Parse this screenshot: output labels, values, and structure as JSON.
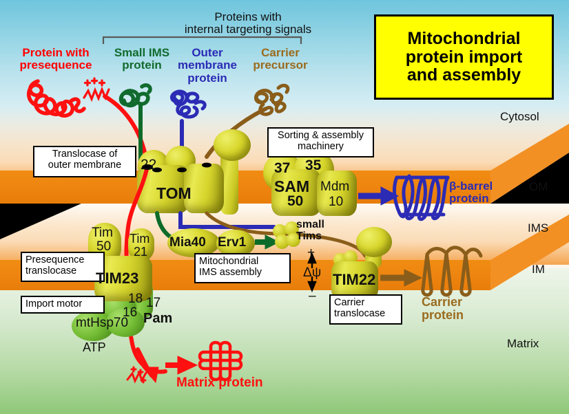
{
  "title_box": {
    "lines": [
      "Mitochondrial",
      "protein import",
      "and assembly"
    ],
    "bg": "#ffff00"
  },
  "header": {
    "bracket_label": {
      "line1": "Proteins with",
      "line2": "internal targeting signals"
    },
    "cargo": [
      {
        "name": "protein-with-presequence",
        "line1": "Protein with",
        "line2": "presequence",
        "line3": "",
        "color": "#ff0000"
      },
      {
        "name": "small-ims-protein",
        "line1": "Small IMS",
        "line2": "protein",
        "line3": "",
        "color": "#116b2e"
      },
      {
        "name": "outer-membrane-protein",
        "line1": "Outer",
        "line2": "membrane",
        "line3": "protein",
        "color": "#2b2bb5"
      },
      {
        "name": "carrier-precursor",
        "line1": "Carrier",
        "line2": "precursor",
        "line3": "",
        "color": "#9a6b1e"
      }
    ]
  },
  "compartments": [
    {
      "name": "cytosol",
      "label": "Cytosol"
    },
    {
      "name": "outer-membrane",
      "label": "OM"
    },
    {
      "name": "intermembrane-space",
      "label": "IMS"
    },
    {
      "name": "inner-membrane",
      "label": "IM"
    },
    {
      "name": "matrix",
      "label": "Matrix"
    }
  ],
  "callouts": {
    "tom": {
      "line1": "Translocase of",
      "line2": "outer membrane"
    },
    "sam": {
      "line1": "Sorting & assembly",
      "line2": "machinery"
    },
    "tim23": {
      "line1": "Presequence",
      "line2": "translocase"
    },
    "import_motor": {
      "line1": "Import motor",
      "line2": ""
    },
    "mia40": {
      "line1": "Mitochondrial",
      "line2": "IMS assembly"
    },
    "tim22": {
      "line1": "Carrier",
      "line2": "translocase"
    }
  },
  "complexes": {
    "tom": {
      "label": "TOM",
      "receptor": "22"
    },
    "sam": {
      "label": "SAM",
      "subunits": [
        "37",
        "35",
        "50"
      ],
      "partner_line1": "Mdm",
      "partner_line2": "10"
    },
    "tim23": {
      "label": "TIM23",
      "tim50_line1": "Tim",
      "tim50_line2": "50",
      "tim21_line1": "Tim",
      "tim21_line2": "21"
    },
    "pam": {
      "label": "Pam",
      "subunits": [
        "18",
        "16",
        "17"
      ],
      "hsp70": "mtHsp70",
      "atp": "ATP"
    },
    "mia40": {
      "label1": "Mia40",
      "label2": "Erv1"
    },
    "small_tims": {
      "line1": "small",
      "line2": "Tims"
    },
    "tim22": {
      "label": "TIM22",
      "membrane_potential": "Δψ",
      "plus": "+",
      "minus": "–"
    }
  },
  "products": {
    "beta_barrel": {
      "line1": "β-barrel",
      "line2": "protein",
      "color": "#2b2bb5"
    },
    "carrier": {
      "line1": "Carrier",
      "line2": "protein",
      "color": "#9a6b1e"
    },
    "matrix": {
      "line1": "Matrix protein",
      "color": "#ff0000"
    }
  },
  "colors": {
    "membrane": "#ee8410",
    "membrane_top": "#f6972c",
    "tom_yellow": "#c9c520",
    "pam_green": "#68b02a",
    "cytosol_blue": "#8ed2e3",
    "matrix_green": "#a8d394",
    "red_path": "#ff1010",
    "green_path": "#0d6b2a",
    "blue_path": "#2b2bb5",
    "brown_path": "#8a5d1a"
  }
}
